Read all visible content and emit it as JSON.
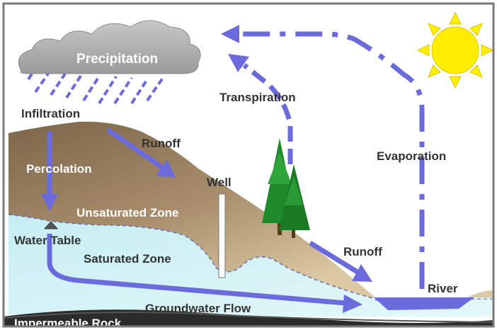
{
  "labels": {
    "precipitation": "Precipitation",
    "infiltration": "Infiltration",
    "transpiration": "Transpiration",
    "runoff_upper": "Runoff",
    "percolation": "Percolation",
    "well": "Well",
    "evaporation": "Evaporation",
    "unsaturated_zone": "Unsaturated Zone",
    "water_table": "Water Table",
    "saturated_zone": "Saturated Zone",
    "runoff_lower": "Runoff",
    "river": "River",
    "groundwater_flow": "Groundwater Flow",
    "impermeable_rock": "Impermeable Rock"
  },
  "colors": {
    "arrow": "#6b6bdd",
    "sky": "#ffffff",
    "soil_dark": "#8a7256",
    "soil_light": "#dcc8a3",
    "groundwater": "#d2f1f4",
    "rock": "#2b2b2b",
    "cloud": "#b7b7b7",
    "sun": "#ffee00",
    "tree": "#1f8a2a",
    "frame": "#7a7a7a"
  },
  "icons": [
    "cloud-icon",
    "sun-icon",
    "tree-icon",
    "well-icon",
    "water-table-marker-icon"
  ]
}
